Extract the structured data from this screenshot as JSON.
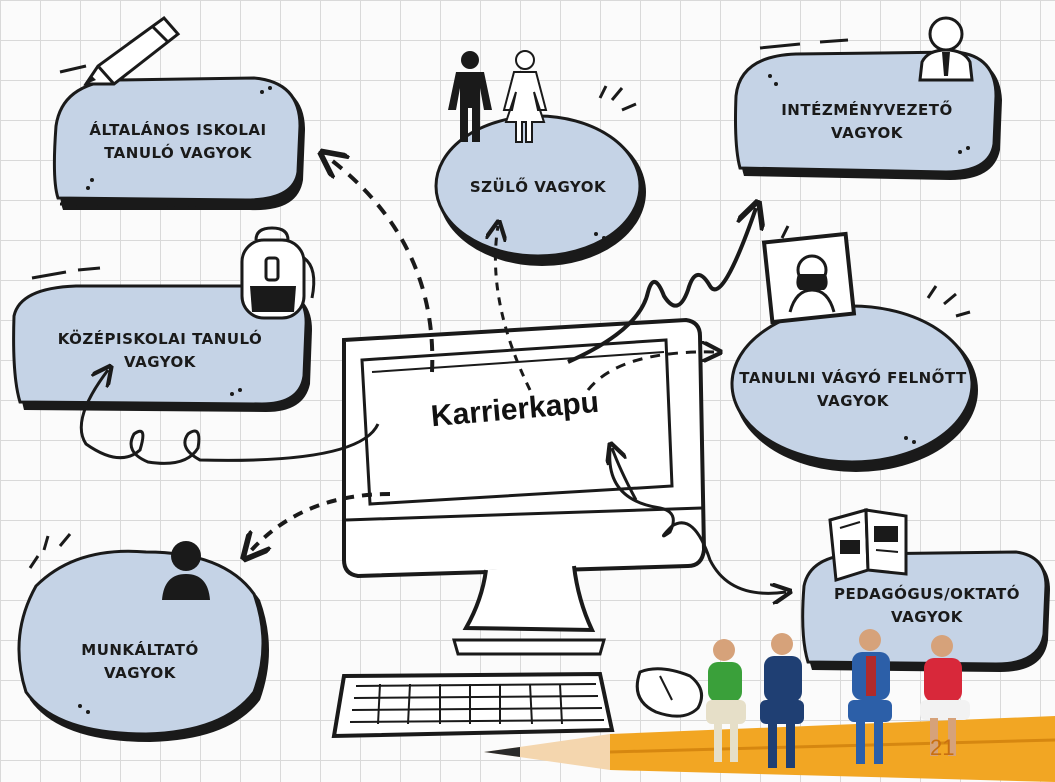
{
  "center": {
    "title": "Karrierkapu"
  },
  "bubbles": [
    {
      "id": "altalanos",
      "lines": [
        "ÁLTALÁNOS ISKOLAI",
        "TANULÓ VAGYOK"
      ],
      "icon": "pencil-icon"
    },
    {
      "id": "szulo",
      "lines": [
        "SZÜLŐ VAGYOK"
      ],
      "icon": "parents-icon"
    },
    {
      "id": "intezmeny",
      "lines": [
        "INTÉZMÉNYVEZETŐ",
        "VAGYOK"
      ],
      "icon": "businessman-icon"
    },
    {
      "id": "kozepiskola",
      "lines": [
        "KÖZÉPISKOLAI TANULÓ",
        "VAGYOK"
      ],
      "icon": "backpack-icon"
    },
    {
      "id": "felnott",
      "lines": [
        "TANULNI VÁGYÓ FELNŐTT",
        "VAGYOK"
      ],
      "icon": "portrait-icon"
    },
    {
      "id": "munkaltato",
      "lines": [
        "MUNKÁLTATÓ",
        "VAGYOK"
      ],
      "icon": "user-icon"
    },
    {
      "id": "pedagogus",
      "lines": [
        "PEDAGÓGUS/OKTATÓ",
        "VAGYOK"
      ],
      "icon": "book-icon"
    }
  ],
  "page_number": "21",
  "colors": {
    "bubble_fill": "#c5d3e6",
    "ink": "#1a1a1a",
    "pencil": "#f2a623",
    "background": "#fbfbfb"
  }
}
